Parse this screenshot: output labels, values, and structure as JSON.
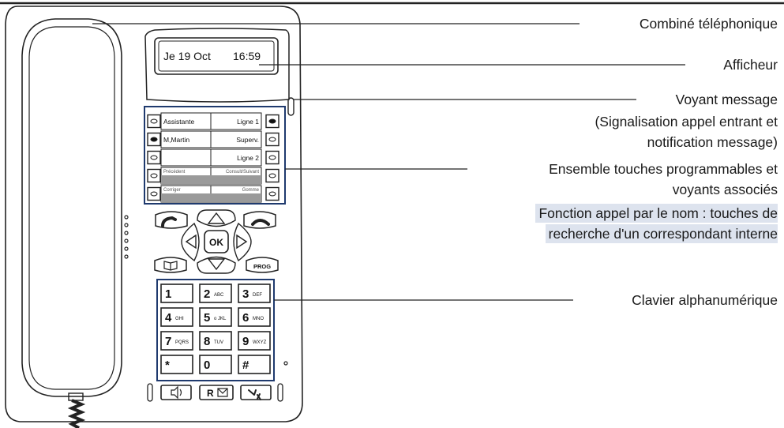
{
  "display": {
    "date": "Je 19 Oct",
    "time": "16:59"
  },
  "softkeys": {
    "left": [
      "Assistante",
      "M,Martin",
      "",
      "Précédent",
      "Corriger"
    ],
    "right": [
      "Ligne 1",
      "Superv.",
      "Ligne 2",
      "Consult/Suivant",
      "Gomme"
    ]
  },
  "nav": {
    "ok": "OK",
    "prog": "PROG"
  },
  "keypad": [
    {
      "main": "1",
      "sub": ""
    },
    {
      "main": "2",
      "sub": "ABC"
    },
    {
      "main": "3",
      "sub": "DEF"
    },
    {
      "main": "4",
      "sub": "GHI"
    },
    {
      "main": "5",
      "sub": "o JKL"
    },
    {
      "main": "6",
      "sub": "MNO"
    },
    {
      "main": "7",
      "sub": "PQRS"
    },
    {
      "main": "8",
      "sub": "TUV"
    },
    {
      "main": "9",
      "sub": "WXYZ"
    },
    {
      "main": "*",
      "sub": ""
    },
    {
      "main": "0",
      "sub": ""
    },
    {
      "main": "#",
      "sub": ""
    }
  ],
  "bottom_keys": {
    "redial": "R"
  },
  "callouts": {
    "handset": "Combiné téléphonique",
    "display": "Afficheur",
    "message_lamp": [
      "Voyant message",
      "(Signalisation appel entrant et",
      "notification message)"
    ],
    "programmable_keys": [
      "Ensemble touches programmables et",
      "voyants associés"
    ],
    "name_dialing": [
      "Fonction appel par le nom : touches de",
      "recherche d'un correspondant interne"
    ],
    "keypad": "Clavier alphanumérique"
  },
  "colors": {
    "outline": "#222222",
    "accent_blue": "#1f3a6e",
    "highlight_bg": "#dde3ee",
    "gray_band": "#9a9a9a"
  }
}
